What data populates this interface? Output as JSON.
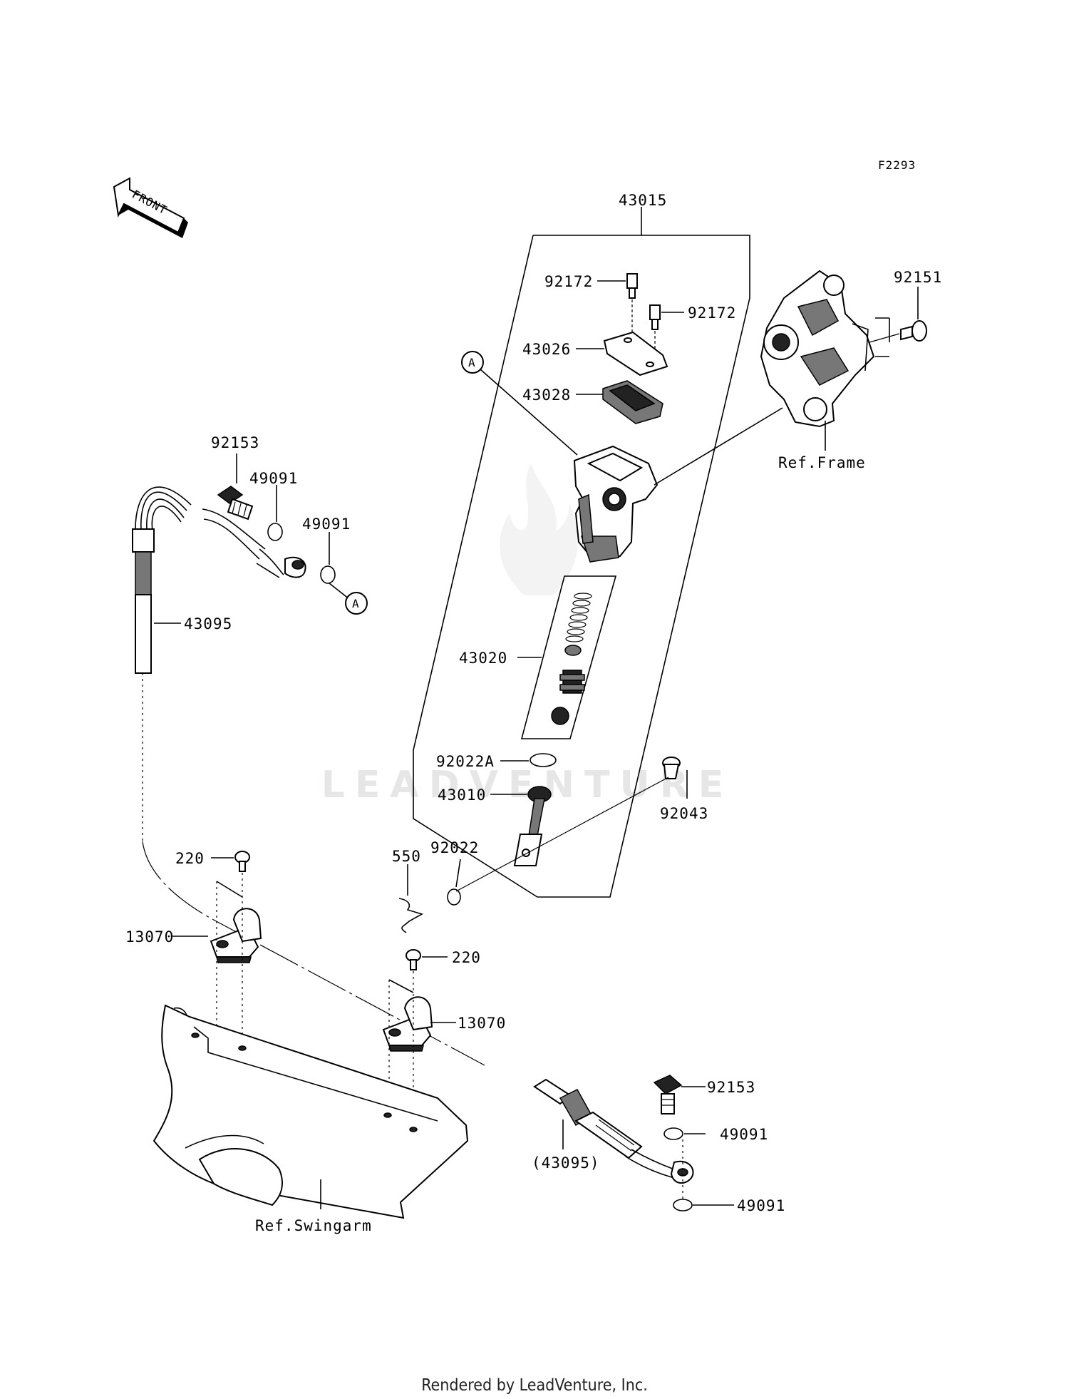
{
  "diagram_id": "F2293",
  "front_label": "FRONT",
  "watermark": "LEADVENTURE",
  "footer": "Rendered by LeadVenture, Inc.",
  "refs": {
    "frame": "Ref.Frame",
    "swingarm": "Ref.Swingarm"
  },
  "callouts": {
    "a_top": "A",
    "a_side": "A"
  },
  "parts": {
    "p43015": "43015",
    "p92172_a": "92172",
    "p92172_b": "92172",
    "p92151": "92151",
    "p43026": "43026",
    "p43028": "43028",
    "p92153_top": "92153",
    "p49091_a": "49091",
    "p49091_b": "49091",
    "p43095": "43095",
    "p43020": "43020",
    "p92022a": "92022A",
    "p43010": "43010",
    "p92043": "92043",
    "p550": "550",
    "p92022": "92022",
    "p220_a": "220",
    "p13070_a": "13070",
    "p220_b": "220",
    "p13070_b": "13070",
    "p92153_bot": "92153",
    "p49091_c": "49091",
    "p43095_ref": "(43095)",
    "p49091_d": "49091"
  }
}
